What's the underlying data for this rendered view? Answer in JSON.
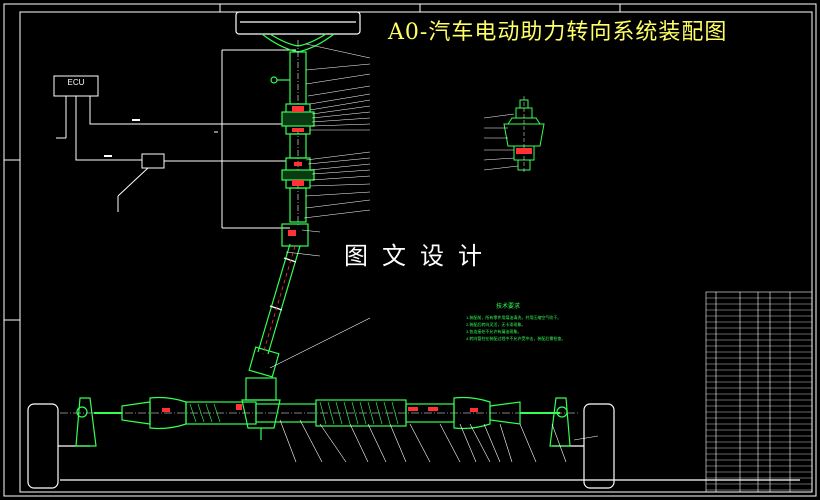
{
  "drawing": {
    "title": "A0-汽车电动助力转向系统装配图",
    "watermark": "图文设计",
    "ecu_label": "ECU",
    "tech_notes": {
      "heading": "技术要求",
      "lines": [
        "1.装配前，所有零件用煤油清洗，并用压缩空气吹干。",
        "2.装配后转向灵活，无卡滞现象。",
        "3.各连接处不允许有漏油现象。",
        "4.转向管柱在装配过程中不允许受冲击，装配后需检查。"
      ]
    }
  },
  "colors": {
    "background": "#000000",
    "outline": "#ffffff",
    "part": "#33ff55",
    "section": "#ff3333",
    "dimension": "#ffffff",
    "title": "#ffff66"
  }
}
